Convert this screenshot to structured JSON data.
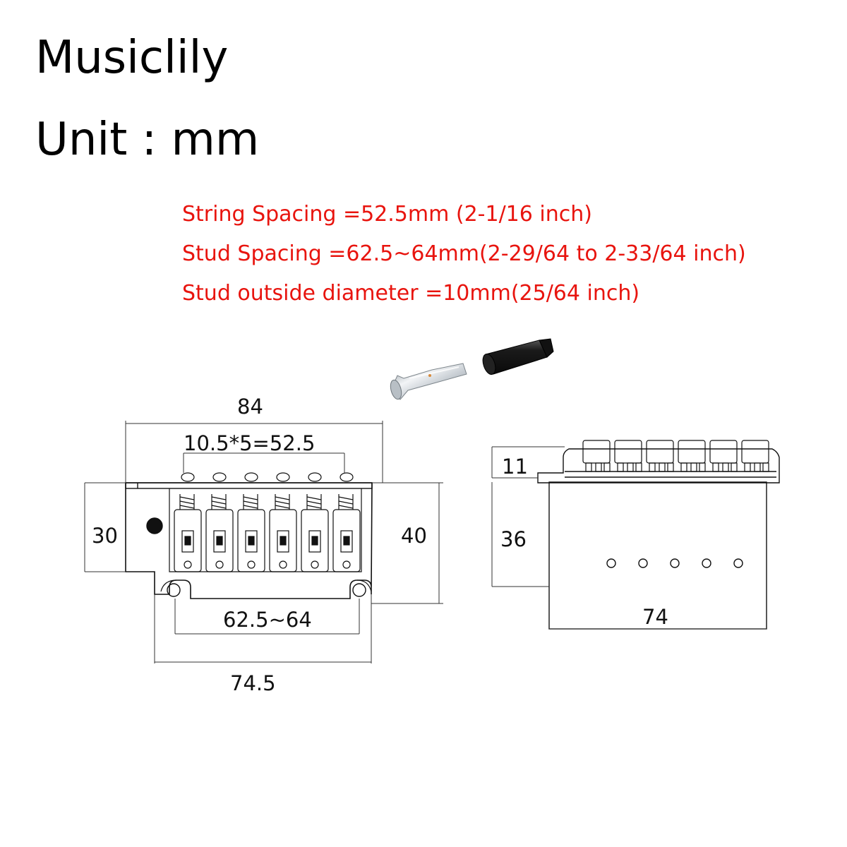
{
  "header": {
    "brand": "Musiclily",
    "unit_label": "Unit : mm"
  },
  "specs": {
    "string_spacing": "String Spacing =52.5mm (2-1/16 inch)",
    "stud_spacing": "Stud Spacing =62.5~64mm(2-29/64 to 2-33/64 inch)",
    "stud_diameter": "Stud outside diameter =10mm(25/64 inch)"
  },
  "colors": {
    "spec_text": "#e8140e",
    "line": "#111111",
    "dim_line": "#555555"
  },
  "front_view": {
    "width_total": "84",
    "string_spacing": "10.5*5=52.5",
    "height_left": "30",
    "height_right": "40",
    "stud_spacing": "62.5~64",
    "base_width": "74.5"
  },
  "side_view": {
    "top_height": "11",
    "block_height": "36",
    "block_width": "74"
  }
}
